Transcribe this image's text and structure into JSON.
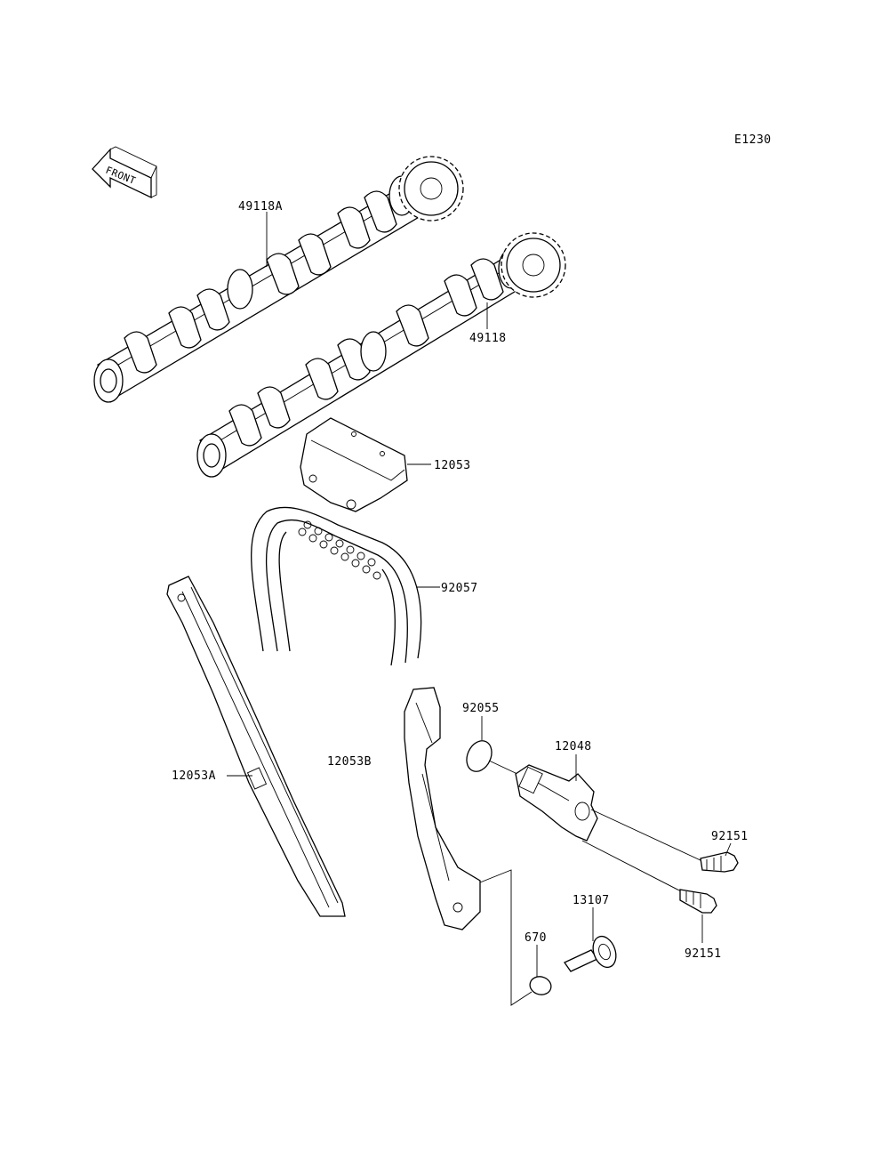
{
  "diagram_code": "E1230",
  "front_label": "FRONT",
  "callouts": {
    "camshaft_intake": "49118A",
    "camshaft_exhaust": "49118",
    "chain_guide_upper": "12053",
    "cam_chain": "92057",
    "chain_guide_front": "12053A",
    "chain_guide_rear": "12053B",
    "oring_tensioner": "92055",
    "tensioner": "12048",
    "bolt_upper": "92151",
    "bolt_lower": "92151",
    "pivot_bolt": "13107",
    "oring_pivot": "670"
  }
}
